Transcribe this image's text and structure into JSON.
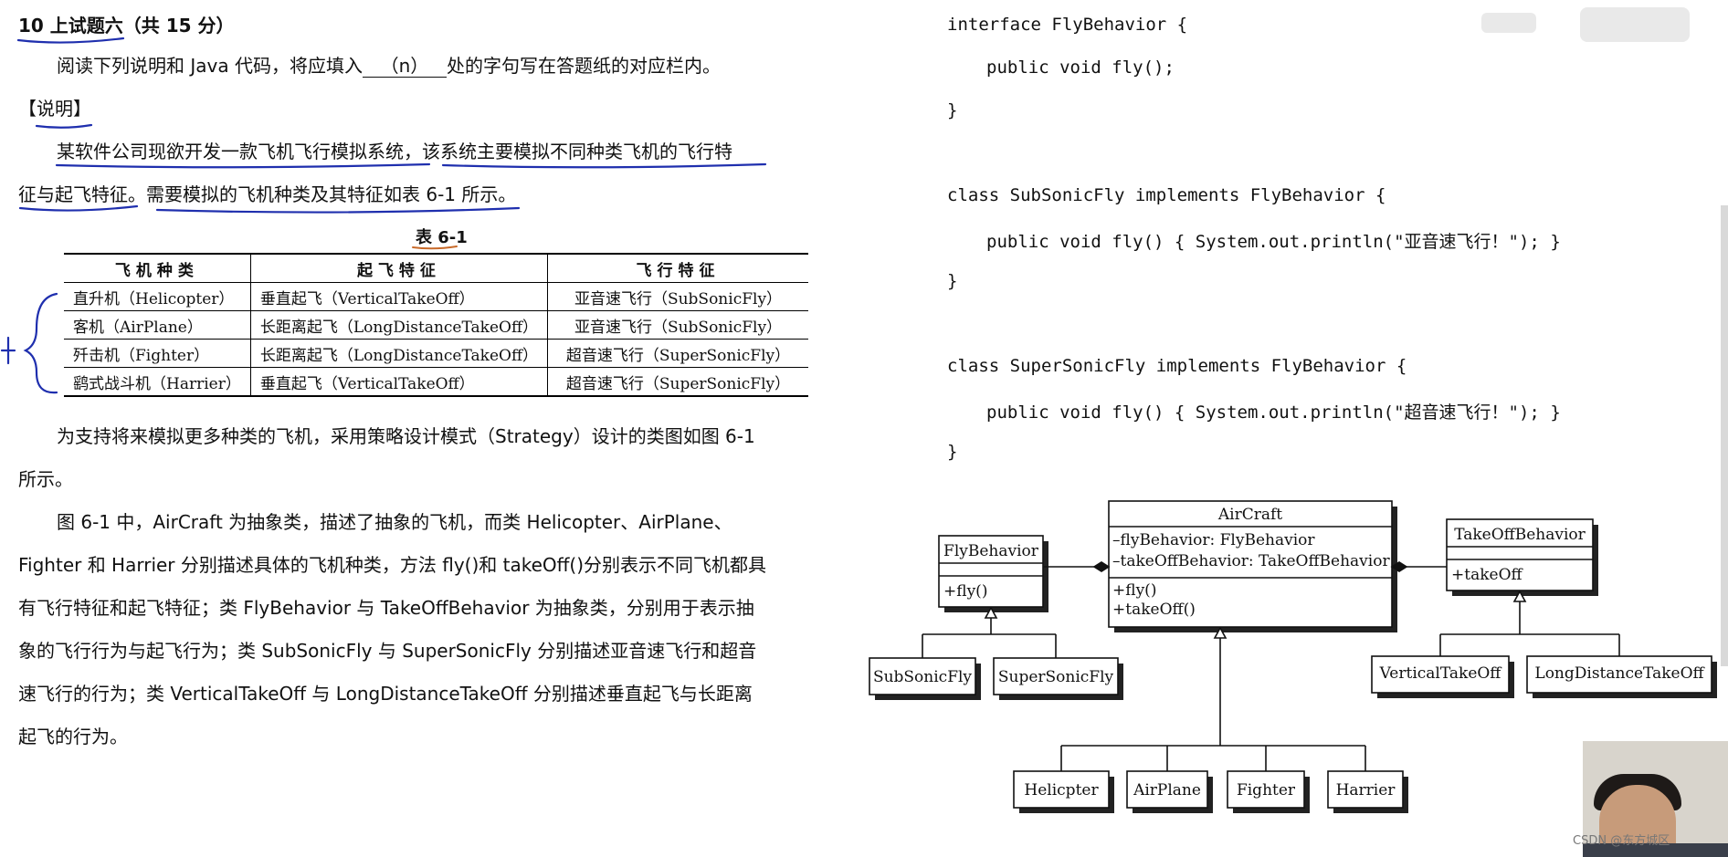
{
  "question": {
    "title": "10 上试题六（共 15 分）",
    "intro_before": "阅读下列说明和 Java 代码，将应填入",
    "intro_blank": "（n）",
    "intro_after": "处的字句写在答题纸的对应栏内。",
    "section_label": "【说明】",
    "para1_line1": "某软件公司现欲开发一款飞机飞行模拟系统，该系统主要模拟不同种类飞机的飞行特",
    "para1_line2": "征与起飞特征。需要模拟的飞机种类及其特征如表 6-1 所示。",
    "table_caption": "表 6-1",
    "table_headers": [
      "飞机种类",
      "起飞特征",
      "飞行特征"
    ],
    "table_rows": [
      [
        "直升机（Helicopter）",
        "垂直起飞（VerticalTakeOff）",
        "亚音速飞行（SubSonicFly）"
      ],
      [
        "客机（AirPlane）",
        "长距离起飞（LongDistanceTakeOff）",
        "亚音速飞行（SubSonicFly）"
      ],
      [
        "歼击机（Fighter）",
        "长距离起飞（LongDistanceTakeOff）",
        "超音速飞行（SuperSonicFly）"
      ],
      [
        "鹞式战斗机（Harrier）",
        "垂直起飞（VerticalTakeOff）",
        "超音速飞行（SuperSonicFly）"
      ]
    ],
    "para2_line1": "为支持将来模拟更多种类的飞机，采用策略设计模式（Strategy）设计的类图如图 6-1",
    "para2_line2": "所示。",
    "para3_lines": [
      "图 6-1 中，AirCraft 为抽象类，描述了抽象的飞机，而类 Helicopter、AirPlane、",
      "Fighter 和 Harrier 分别描述具体的飞机种类，方法 fly()和 takeOff()分别表示不同飞机都具",
      "有飞行特征和起飞特征；类 FlyBehavior 与 TakeOffBehavior 为抽象类，分别用于表示抽",
      "象的飞行行为与起飞行为；类 SubSonicFly 与 SuperSonicFly 分别描述亚音速飞行和超音",
      "速飞行的行为；类 VerticalTakeOff 与 LongDistanceTakeOff 分别描述垂直起飞与长距离",
      "起飞的行为。"
    ]
  },
  "code": {
    "l1": "interface FlyBehavior {",
    "l2": "public void fly();",
    "l3": "}",
    "l4": "class SubSonicFly implements FlyBehavior {",
    "l5": "public void fly() { System.out.println(\"亚音速飞行！\"); }",
    "l6": "}",
    "l7": "class SuperSonicFly implements FlyBehavior {",
    "l8": "public void fly() { System.out.println(\"超音速飞行！\"); }",
    "l9": "}"
  },
  "uml": {
    "aircraft": {
      "name": "AirCraft",
      "attr1": "–flyBehavior: FlyBehavior",
      "attr2": "–takeOffBehavior: TakeOffBehavior",
      "op1": "+fly()",
      "op2": "+takeOff()"
    },
    "flybehavior": {
      "name": "FlyBehavior",
      "op": "+fly()"
    },
    "takeoffbehavior": {
      "name": "TakeOffBehavior",
      "op": "+takeOff"
    },
    "subsonic": "SubSonicFly",
    "supersonic": "SuperSonicFly",
    "vertical": "VerticalTakeOff",
    "longdistance": "LongDistanceTakeOff",
    "helicpter": "Helicpter",
    "airplane": "AirPlane",
    "fighter": "Fighter",
    "harrier": "Harrier"
  },
  "overlay": {
    "csdn_label": "CSDN @东方城区"
  },
  "colors": {
    "annotation": "#1f2fae",
    "caption_underline": "#c86a2a"
  }
}
